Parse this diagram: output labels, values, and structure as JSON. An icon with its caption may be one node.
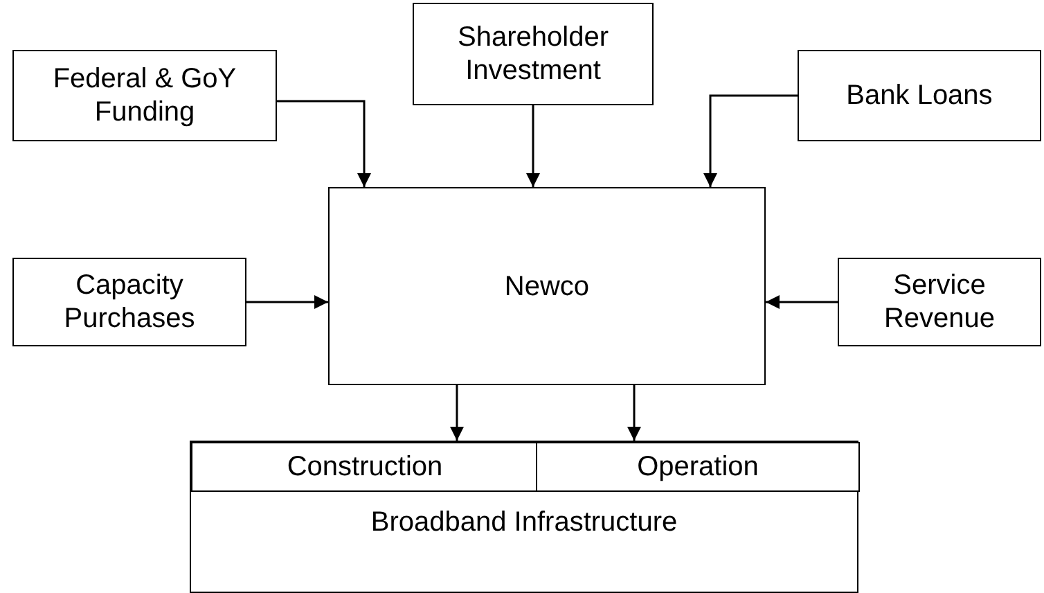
{
  "diagram": {
    "nodes": [
      {
        "text": [
          "Federal & GoY Funding"
        ]
      },
      {
        "text": [
          "Shareholder Investment"
        ]
      },
      {
        "text": [
          "Bank Loans"
        ]
      },
      {
        "text": [
          "Capacity Purchases"
        ]
      },
      {
        "text": [
          "Newco"
        ]
      },
      {
        "text": [
          "Service Revenue"
        ]
      },
      {
        "text": [
          "Broadband Infrastructure"
        ]
      },
      {
        "text": [
          "Construction"
        ],
        "in": 6
      },
      {
        "text": [
          "Operation"
        ],
        "in": 6
      }
    ],
    "edges": [
      {
        "from": 0,
        "to": 4,
        "arrow": "to"
      },
      {
        "from": 1,
        "to": 4,
        "arrow": "to"
      },
      {
        "from": 2,
        "to": 4,
        "arrow": "to"
      },
      {
        "from": 3,
        "to": 4,
        "arrow": "to"
      },
      {
        "from": 5,
        "to": 4,
        "arrow": "to"
      },
      {
        "from": 4,
        "to": 7,
        "arrow": "to"
      },
      {
        "from": 4,
        "to": 8,
        "arrow": "to"
      }
    ]
  }
}
